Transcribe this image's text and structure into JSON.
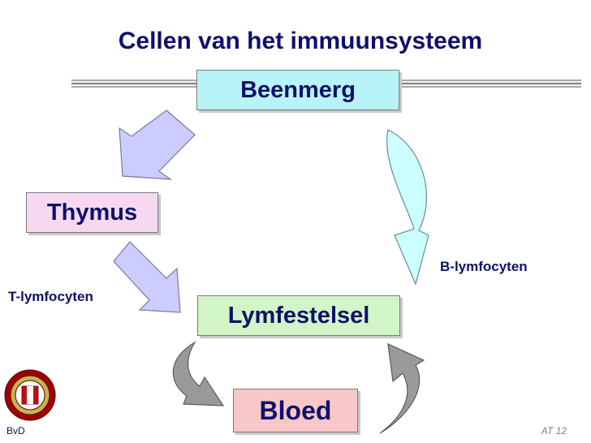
{
  "title": "Cellen van het immuunsysteem",
  "nodes": {
    "beenmerg": "Beenmerg",
    "thymus": "Thymus",
    "lymfestelsel": "Lymfestelsel",
    "bloed": "Bloed"
  },
  "labels": {
    "b_lymfocyten": "B-lymfocyten",
    "t_lymfocyten": "T-lymfocyten"
  },
  "footer": {
    "author": "BvD",
    "page": "AT 12"
  },
  "colors": {
    "title_text": "#10106b",
    "beenmerg_fill": "#b7f3f7",
    "thymus_fill": "#f6d9f1",
    "lymfestelsel_fill": "#d1f5c6",
    "bloed_fill": "#f8c7c7",
    "arrow_lilac": "#ccccff",
    "arrow_cyan": "#ccffff",
    "arrow_gray": "#9a9a9a"
  },
  "icons": {
    "logo": "university-seal-icon"
  }
}
